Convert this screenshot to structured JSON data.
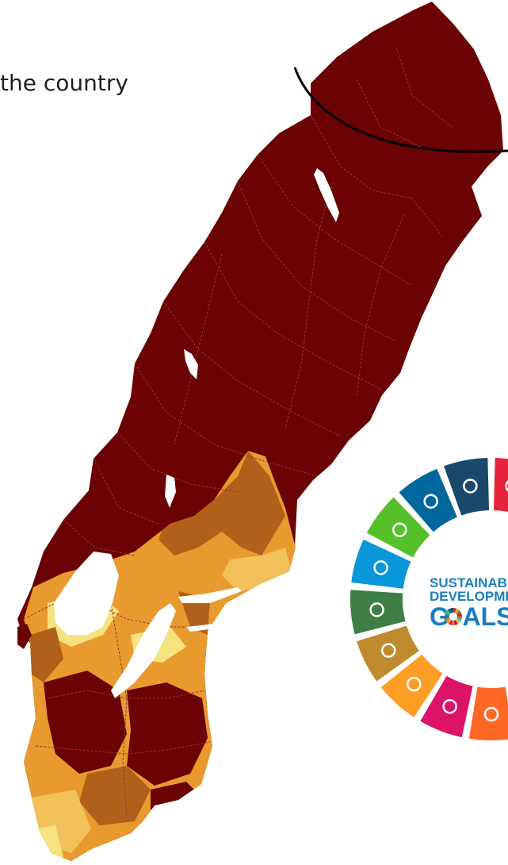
{
  "caption": "the country",
  "map": {
    "colors": {
      "dark": "#6b0203",
      "brown": "#b0601a",
      "orange": "#e89a2e",
      "light_orange": "#f2c15a",
      "yellow": "#f6e27e",
      "border": "#8a3a35",
      "lake": "#ffffff"
    }
  },
  "sdg": {
    "line1": "SUSTAINABLE",
    "line2": "DEVELOPMENT",
    "line3": "G  ALS",
    "text_color": "#1b7ec4",
    "segments": [
      {
        "goal": 1,
        "color": "#e5243b",
        "icon": "people-icon"
      },
      {
        "goal": 2,
        "color": "#dda63a",
        "icon": "bowl-icon"
      },
      {
        "goal": 3,
        "color": "#4c9f38",
        "icon": "heartbeat-icon"
      },
      {
        "goal": 4,
        "color": "#c5192d",
        "icon": "book-icon"
      },
      {
        "goal": 5,
        "color": "#ff3a21",
        "icon": "gender-icon"
      },
      {
        "goal": 6,
        "color": "#26bde2",
        "icon": "water-icon"
      },
      {
        "goal": 7,
        "color": "#fcc30b",
        "icon": "sun-icon"
      },
      {
        "goal": 8,
        "color": "#a21942",
        "icon": "growth-icon"
      },
      {
        "goal": 9,
        "color": "#fd6925",
        "icon": "cubes-icon"
      },
      {
        "goal": 10,
        "color": "#dd1367",
        "icon": "equality-icon"
      },
      {
        "goal": 11,
        "color": "#fd9d24",
        "icon": "city-icon"
      },
      {
        "goal": 12,
        "color": "#bf8b2e",
        "icon": "infinity-icon"
      },
      {
        "goal": 13,
        "color": "#3f7e44",
        "icon": "eye-globe-icon"
      },
      {
        "goal": 14,
        "color": "#0a97d9",
        "icon": "fish-icon"
      },
      {
        "goal": 15,
        "color": "#56c02b",
        "icon": "tree-icon"
      },
      {
        "goal": 16,
        "color": "#00689d",
        "icon": "dove-icon"
      },
      {
        "goal": 17,
        "color": "#19486a",
        "icon": "flower-icon"
      }
    ]
  }
}
